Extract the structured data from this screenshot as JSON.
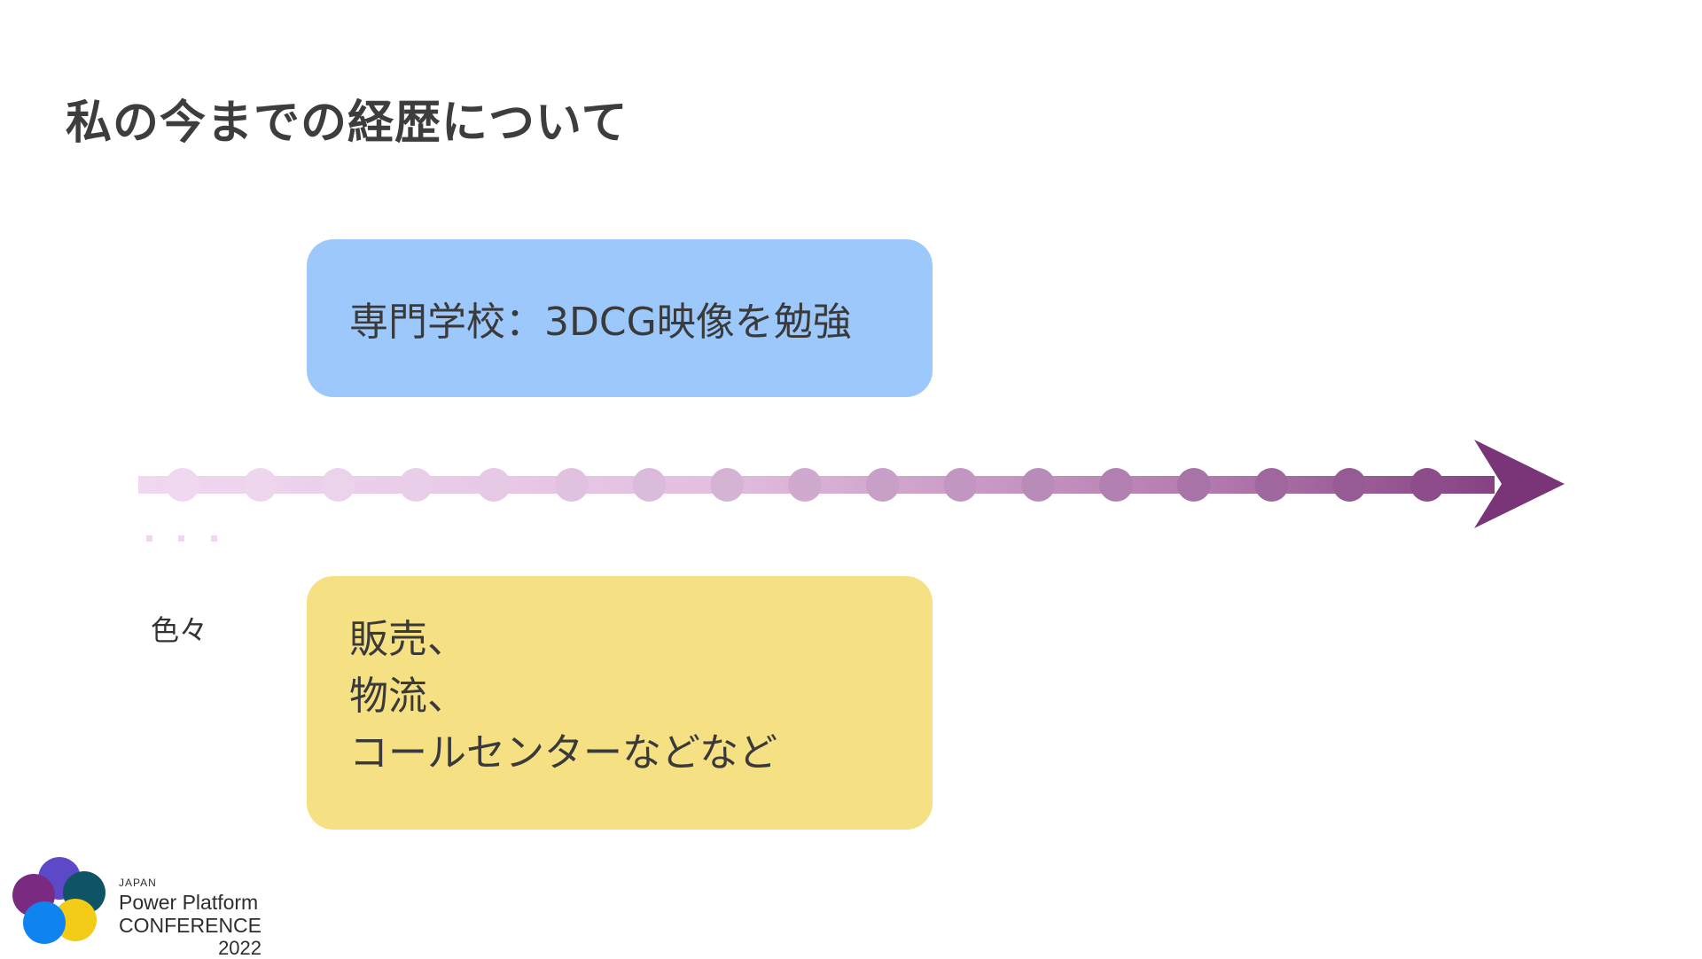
{
  "slide": {
    "title": "私の今までの経歴について",
    "side_label": "色々"
  },
  "cards": {
    "school": {
      "text": "専門学校：3DCG映像を勉強",
      "color": "#9dc8fb"
    },
    "jobs": {
      "lines": [
        "販売、",
        "物流、",
        "コールセンターなどなど"
      ],
      "color": "#f6e084"
    }
  },
  "timeline": {
    "start_color": "#f0d8f0",
    "end_color": "#7a3478",
    "dot_count": 17
  },
  "logo": {
    "small_text": "JAPAN",
    "line1": "Power Platform",
    "line2": "CONFERENCE",
    "year": "2022",
    "circle_colors": [
      "#5b49c8",
      "#0f5466",
      "#7a2a80",
      "#0f84f0",
      "#f3cc17"
    ]
  }
}
